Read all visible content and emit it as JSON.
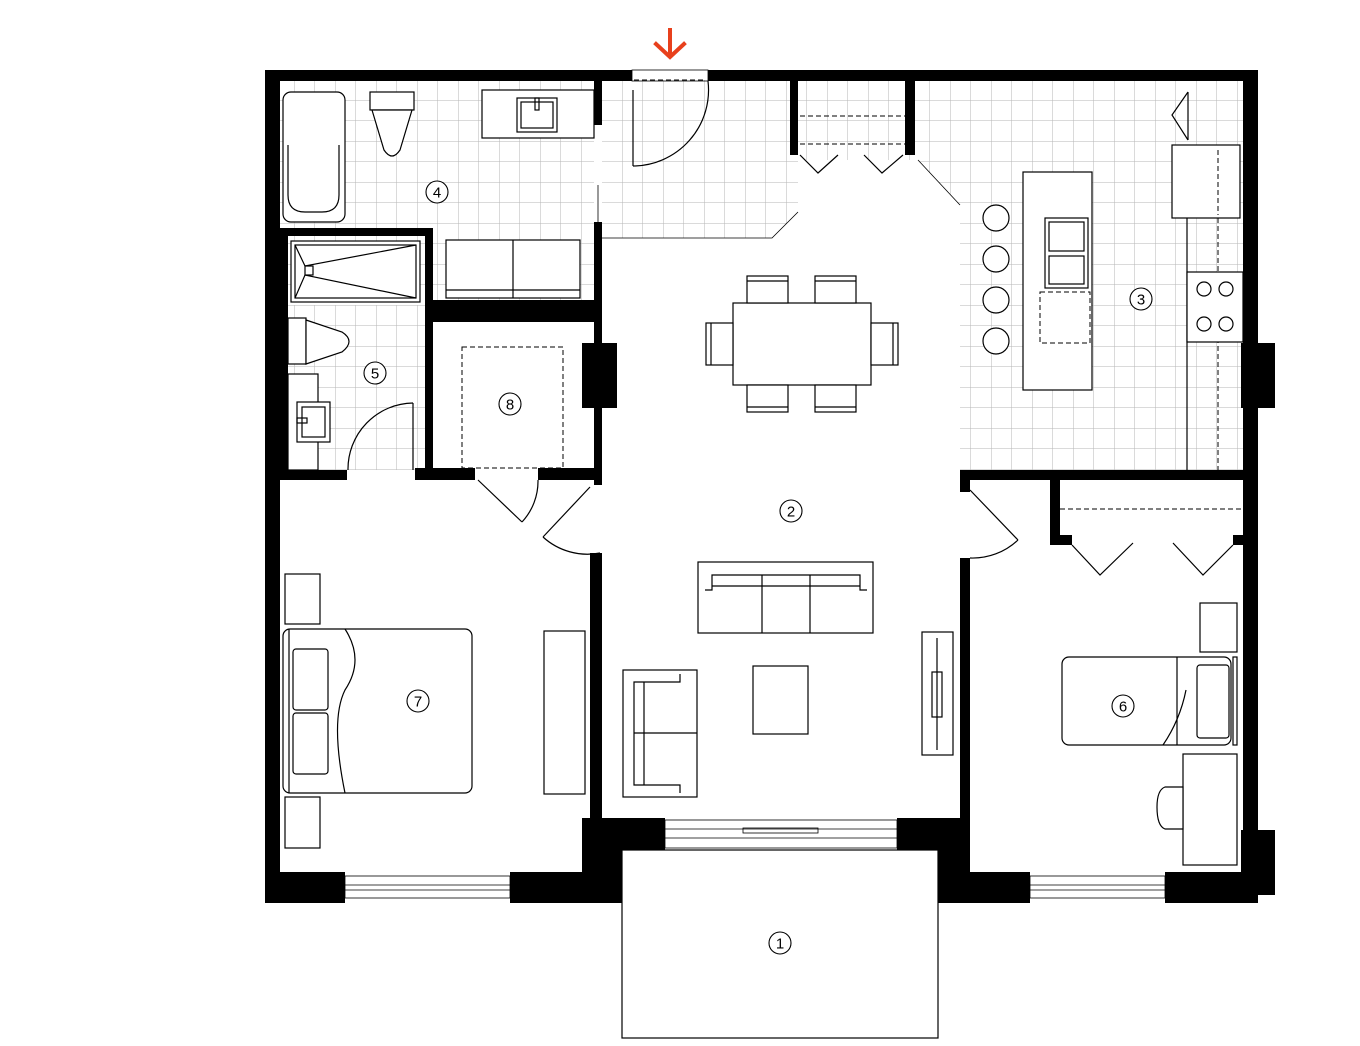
{
  "plan": {
    "entry_arrow": {
      "icon": "arrow-down-icon",
      "color": "#e8401c"
    },
    "wall_color": "#000000",
    "tile_line_color": "#b5b5b5",
    "rooms": [
      {
        "number": "1"
      },
      {
        "number": "2"
      },
      {
        "number": "3"
      },
      {
        "number": "4"
      },
      {
        "number": "5"
      },
      {
        "number": "6"
      },
      {
        "number": "7"
      },
      {
        "number": "8"
      }
    ]
  }
}
